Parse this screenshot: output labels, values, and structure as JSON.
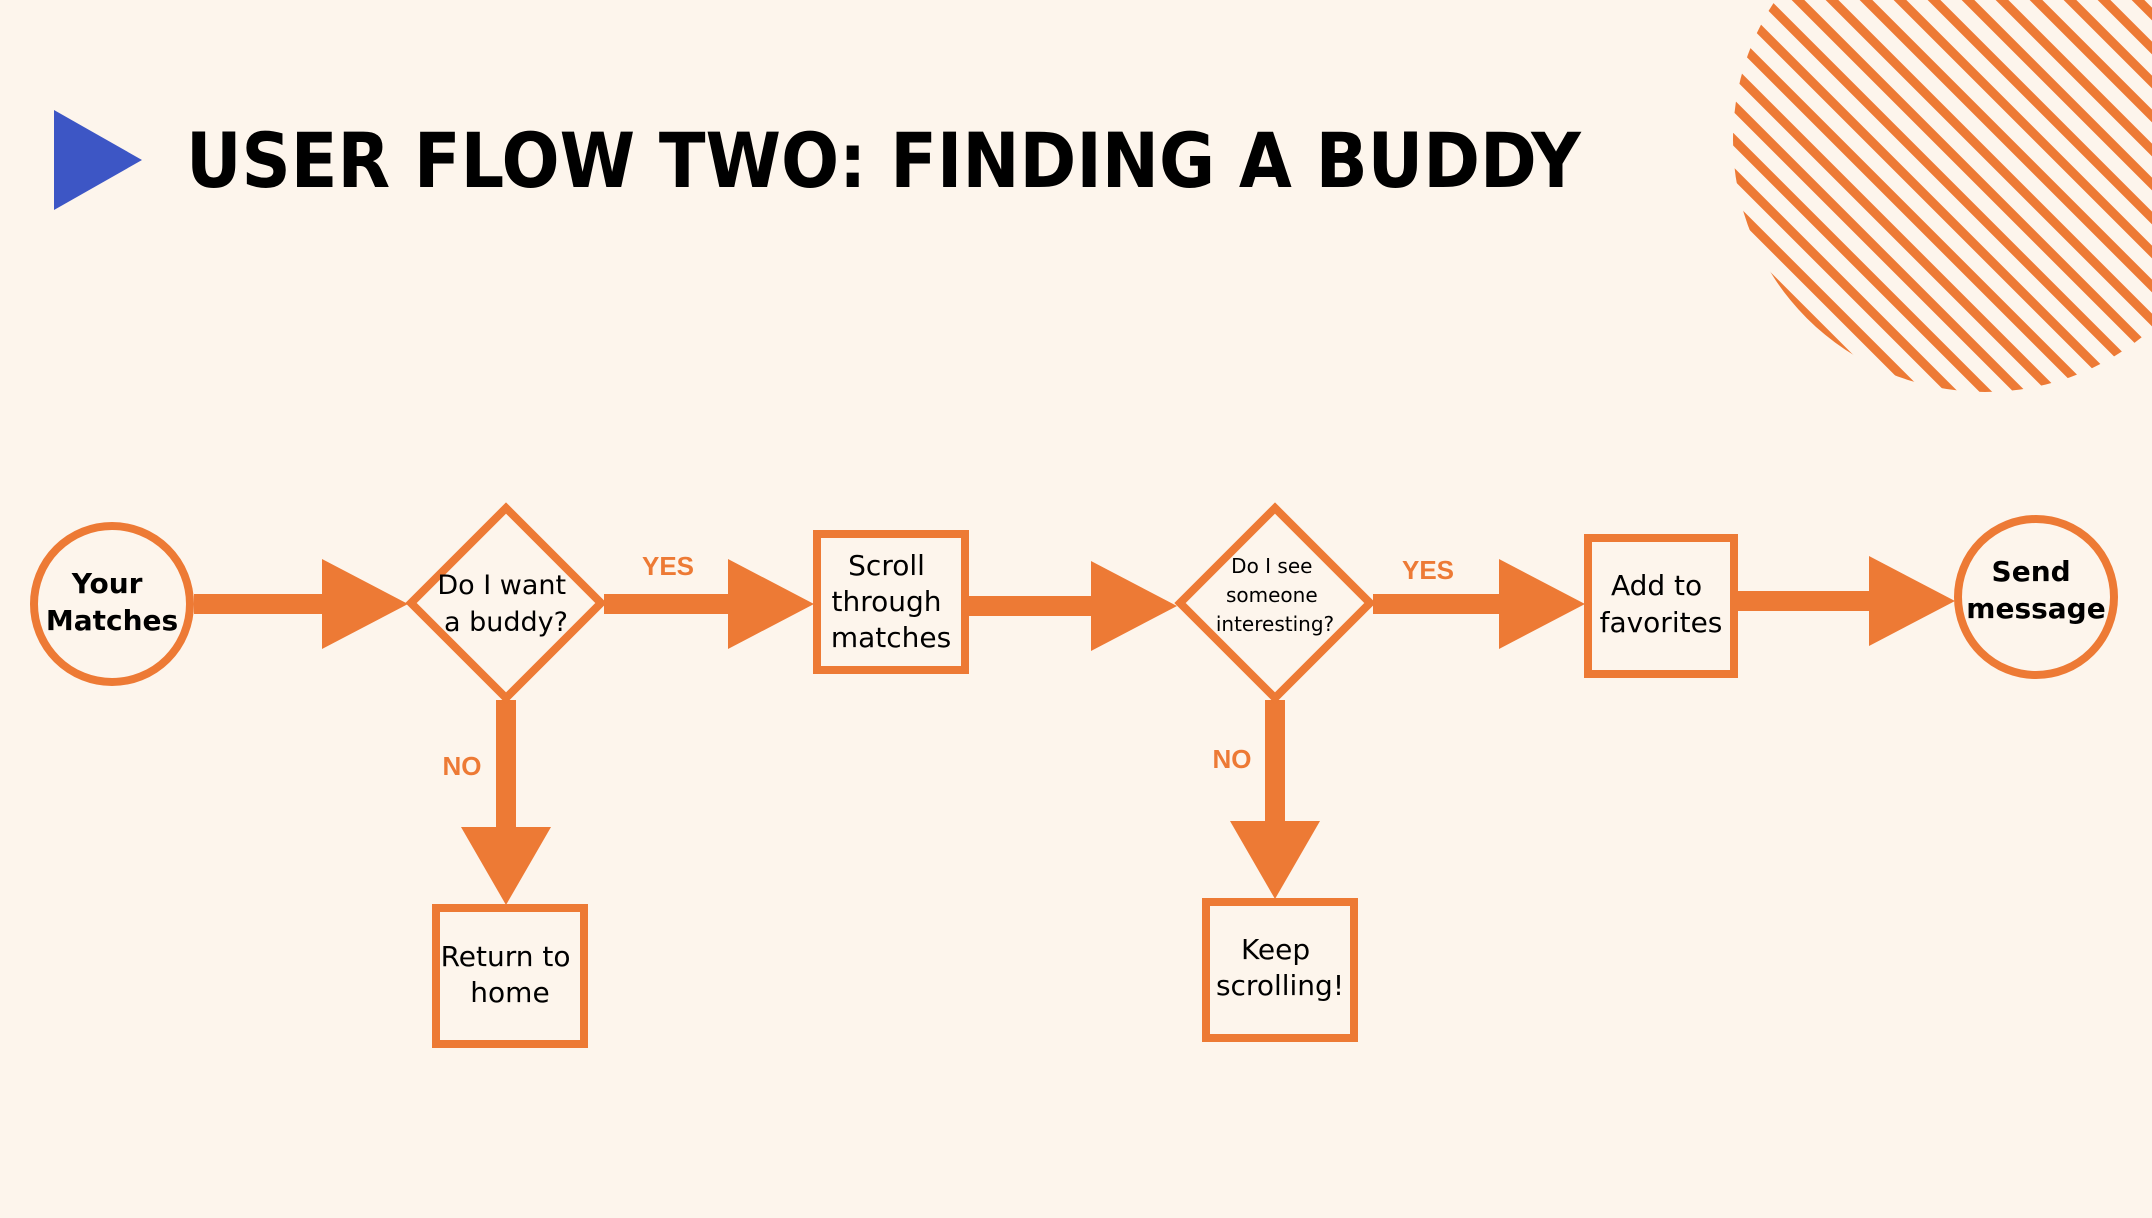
{
  "colors": {
    "background": "#fdf5ec",
    "accent_orange": "#ed7a35",
    "title_text": "#000000",
    "play_icon": "#3d56c5"
  },
  "header": {
    "icon": "play-triangle-icon",
    "title": "USER FLOW TWO: FINDING A BUDDY"
  },
  "decoration": {
    "icon": "striped-circle-decoration"
  },
  "flow": {
    "nodes": {
      "your_matches": {
        "shape": "circle",
        "lines": [
          "Your",
          "Matches"
        ],
        "bold": true
      },
      "want_buddy": {
        "shape": "diamond",
        "lines": [
          "Do I want",
          "a buddy?"
        ]
      },
      "scroll_matches": {
        "shape": "box",
        "lines": [
          "Scroll",
          "through",
          "matches"
        ]
      },
      "see_interesting": {
        "shape": "diamond",
        "lines": [
          "Do I see",
          "someone",
          "interesting?"
        ]
      },
      "add_favorites": {
        "shape": "box",
        "lines": [
          "Add to",
          "favorites"
        ]
      },
      "send_message": {
        "shape": "circle",
        "lines": [
          "Send",
          "message"
        ],
        "bold": true
      },
      "return_home": {
        "shape": "box",
        "lines": [
          "Return to",
          "home"
        ]
      },
      "keep_scrolling": {
        "shape": "box",
        "lines": [
          "Keep",
          "scrolling!"
        ]
      }
    },
    "edges": [
      {
        "from": "your_matches",
        "to": "want_buddy",
        "label": ""
      },
      {
        "from": "want_buddy",
        "to": "scroll_matches",
        "label": "YES"
      },
      {
        "from": "want_buddy",
        "to": "return_home",
        "label": "NO"
      },
      {
        "from": "scroll_matches",
        "to": "see_interesting",
        "label": ""
      },
      {
        "from": "see_interesting",
        "to": "add_favorites",
        "label": "YES"
      },
      {
        "from": "see_interesting",
        "to": "keep_scrolling",
        "label": "NO"
      },
      {
        "from": "add_favorites",
        "to": "send_message",
        "label": ""
      }
    ]
  }
}
